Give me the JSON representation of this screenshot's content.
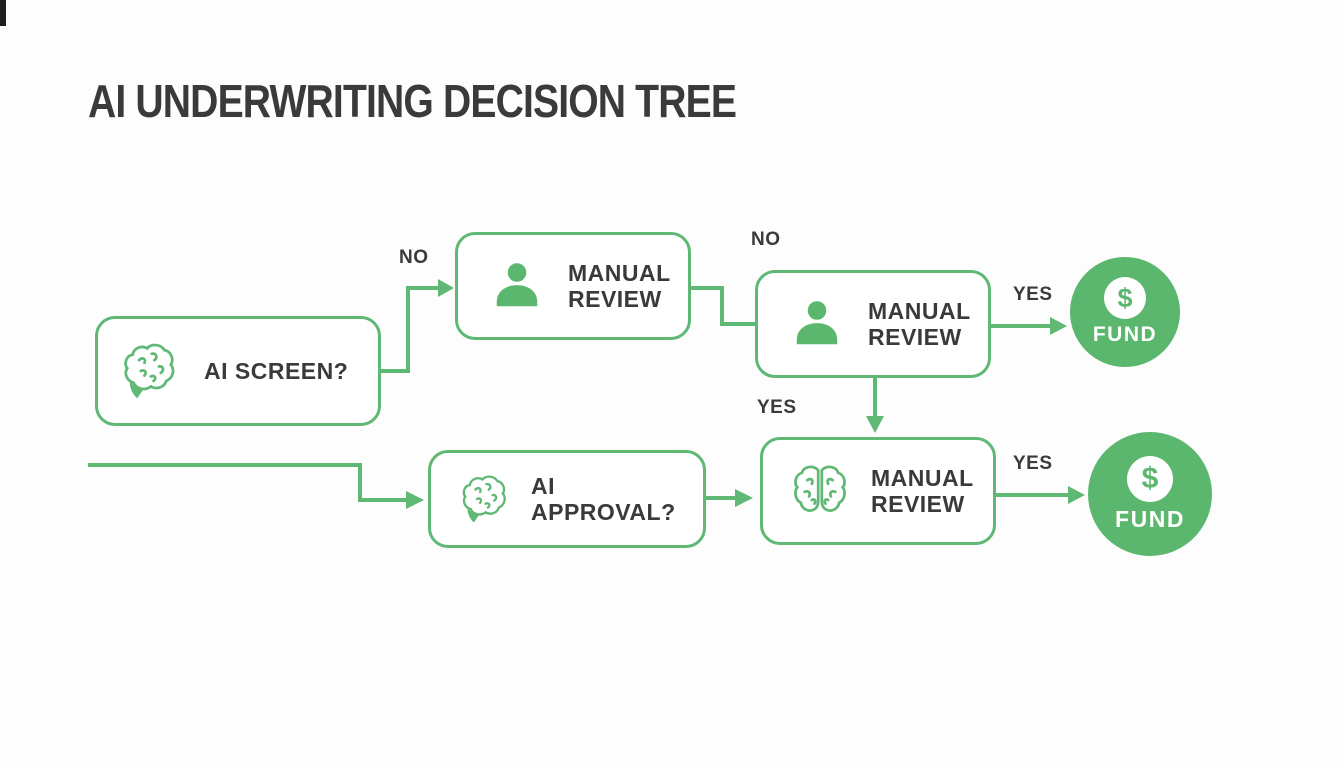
{
  "title": "AI UNDERWRITING DECISION TREE",
  "colors": {
    "green_line": "#5fb874",
    "green_fill": "#5cb76e",
    "text_dark": "#3a3a3a",
    "background": "#fdfdfd"
  },
  "nodes": {
    "ai_screen": {
      "label": "AI SCREEN?",
      "icon": "brain-side-icon"
    },
    "manual_review_1": {
      "label": "MANUAL REVIEW",
      "icon": "person-icon"
    },
    "manual_review_2": {
      "label": "MANUAL REVIEW",
      "icon": "person-icon"
    },
    "ai_approval": {
      "label": "AI APPROVAL?",
      "icon": "brain-side-icon"
    },
    "manual_review_3": {
      "label": "MANUAL REVIEW",
      "icon": "brain-front-icon"
    },
    "fund_1": {
      "label": "FUND",
      "symbol": "$",
      "icon": "dollar-icon"
    },
    "fund_2": {
      "label": "FUND",
      "symbol": "$",
      "icon": "dollar-icon"
    }
  },
  "edge_labels": {
    "no_to_manual_review_1": "NO",
    "no_to_manual_review_2": "NO",
    "yes_to_fund_1": "YES",
    "yes_to_manual_review_3": "YES",
    "yes_to_fund_2": "YES"
  }
}
